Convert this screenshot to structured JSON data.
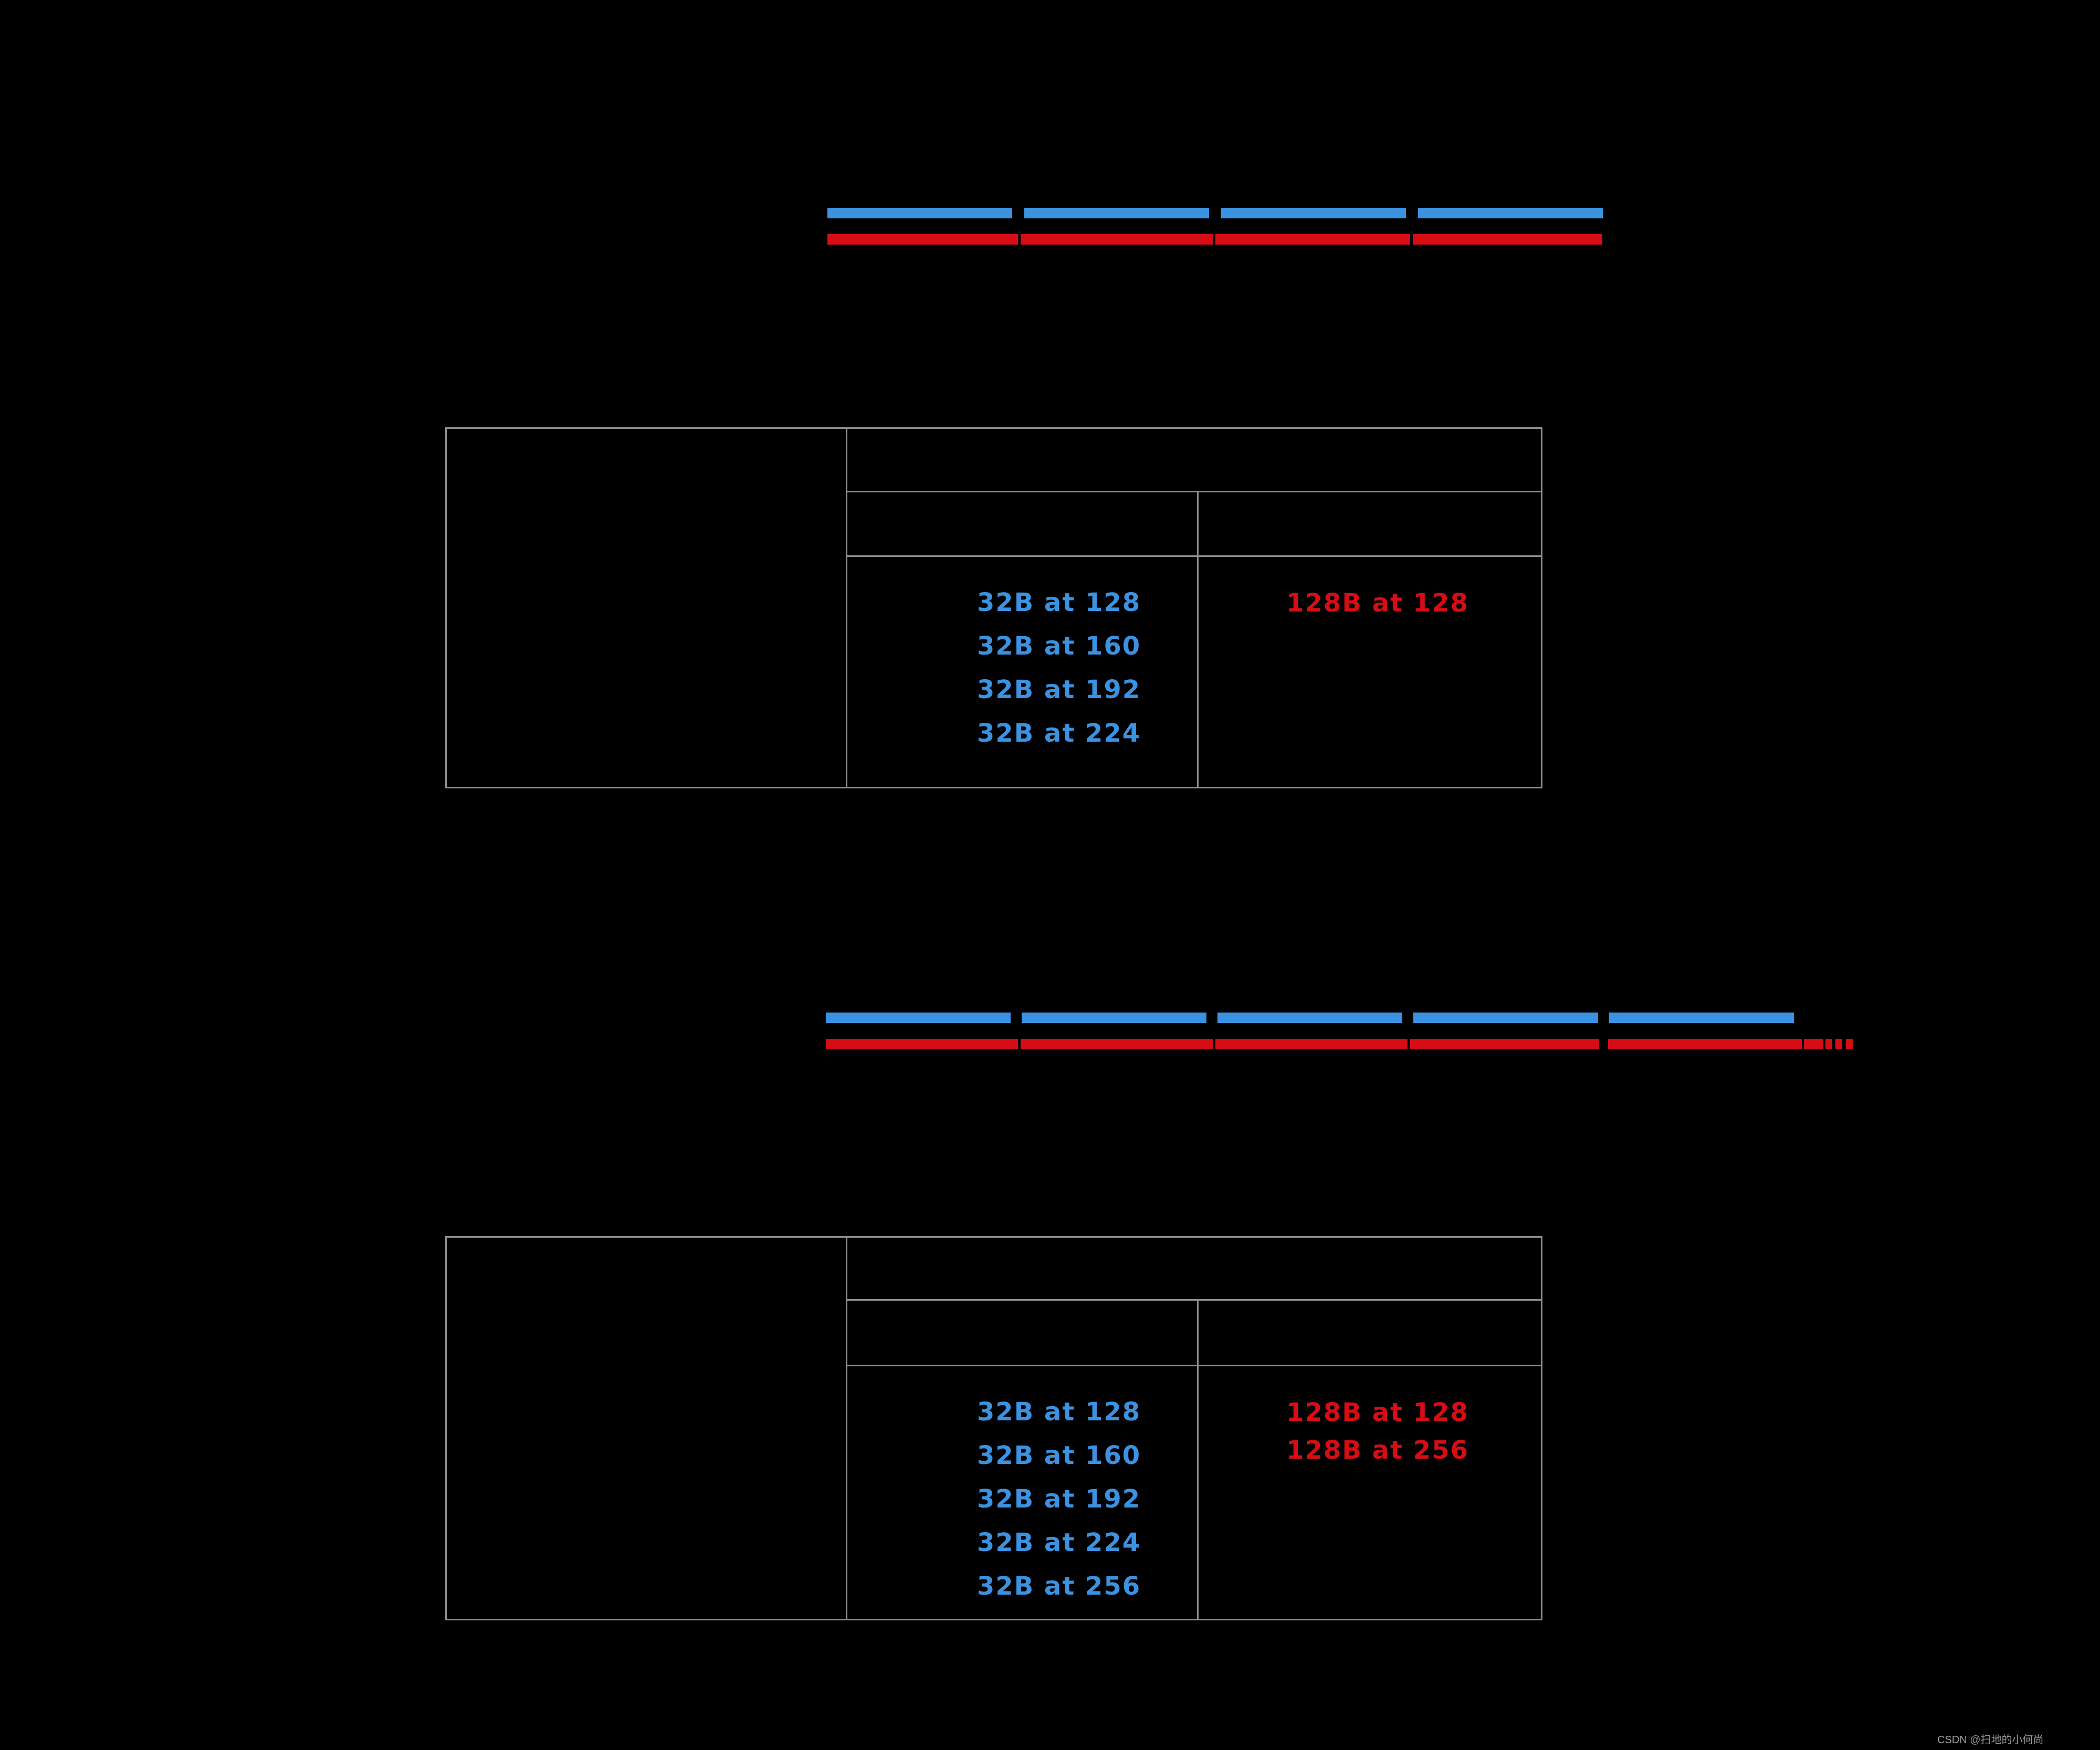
{
  "page": {
    "background": "#000000",
    "watermark": "CSDN @扫地的小何尚"
  },
  "colors": {
    "blue": "#3b92e0",
    "red": "#d70d15",
    "border": "#8f8f8f",
    "watermark": "#9c9c9c"
  },
  "diagram1": {
    "blue_segment_count": 4,
    "red_segment_boundary_tick_count": 3
  },
  "diagram2": {
    "blue_segment_count": 5,
    "red_segment_boundary_tick_count": 3,
    "trailing_dash_count": 3
  },
  "table1": {
    "left_column_lines": [
      "32B at 128",
      "32B at 160",
      "32B at 192",
      "32B at 224"
    ],
    "right_column_lines": [
      "128B at 128"
    ]
  },
  "table2": {
    "left_column_lines": [
      "32B at 128",
      "32B at 160",
      "32B at 192",
      "32B at 224",
      "32B at 256"
    ],
    "right_column_lines": [
      "128B at 128",
      "128B at 256"
    ]
  }
}
